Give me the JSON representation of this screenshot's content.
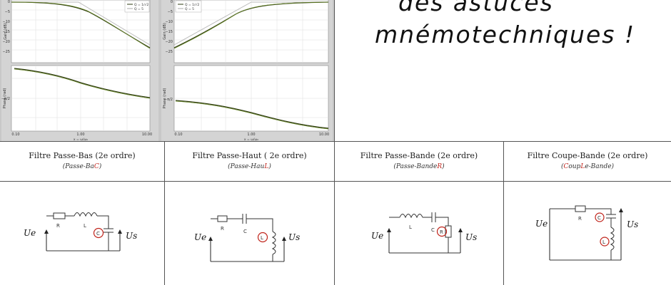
{
  "mnemonic": {
    "line1": "des astuces",
    "line2": "mnémotechniques !"
  },
  "plots": {
    "left": {
      "gain_label": "Gain (dB)",
      "phase_label": "Phase (rad)",
      "gain_ticks": [
        "0",
        "−5",
        "−10",
        "−15",
        "−20",
        "−25"
      ],
      "phase_tick": "−π/2",
      "x_ticks": [
        "0.10",
        "1.00",
        "10.00"
      ],
      "x_label": "x = ω/ω₀",
      "legend": [
        "Q = 1/√2",
        "Q = 5"
      ]
    },
    "right": {
      "gain_label": "Gain (dB)",
      "phase_label": "Phase (rad)",
      "gain_ticks": [
        "0",
        "−5",
        "−10",
        "−15",
        "−20",
        "−25"
      ],
      "phase_tick": "−π/2",
      "x_ticks": [
        "0.10",
        "1.00",
        "10.00"
      ],
      "x_label": "x = ω/ω₀",
      "legend": [
        "Q = 1/√2",
        "Q = 5"
      ]
    }
  },
  "filters": [
    {
      "title": "Filtre Passe-Bas (2e ordre)",
      "mnemo_prefix": "(Passe-Ba",
      "mnemo_red": "C",
      "mnemo_suffix": ")",
      "labels": {
        "R": "R",
        "L": "L",
        "C": "C",
        "Ue": "Ue",
        "Us": "Us"
      }
    },
    {
      "title": "Filtre Passe-Haut ( 2e ordre)",
      "mnemo_prefix": "(Passe-Hau",
      "mnemo_red": "L",
      "mnemo_suffix": ")",
      "labels": {
        "R": "R",
        "C": "C",
        "L": "L",
        "Ue": "Ue",
        "Us": "Us"
      }
    },
    {
      "title": "Filtre Passe-Bande (2e ordre)",
      "mnemo_prefix": "(Passe-Bande",
      "mnemo_red": "R",
      "mnemo_suffix": ")",
      "labels": {
        "L": "L",
        "C": "C",
        "R": "R",
        "Ue": "Ue",
        "Us": "Us"
      }
    },
    {
      "title": "Filtre Coupe-Bande (2e ordre)",
      "mnemo_prefix": "(",
      "mnemo_red": "C",
      "mnemo_mid": "oup",
      "mnemo_red2": "L",
      "mnemo_suffix": "e-Bande)",
      "labels": {
        "R": "R",
        "C": "C",
        "L": "L",
        "Ue": "Ue",
        "Us": "Us"
      }
    }
  ]
}
